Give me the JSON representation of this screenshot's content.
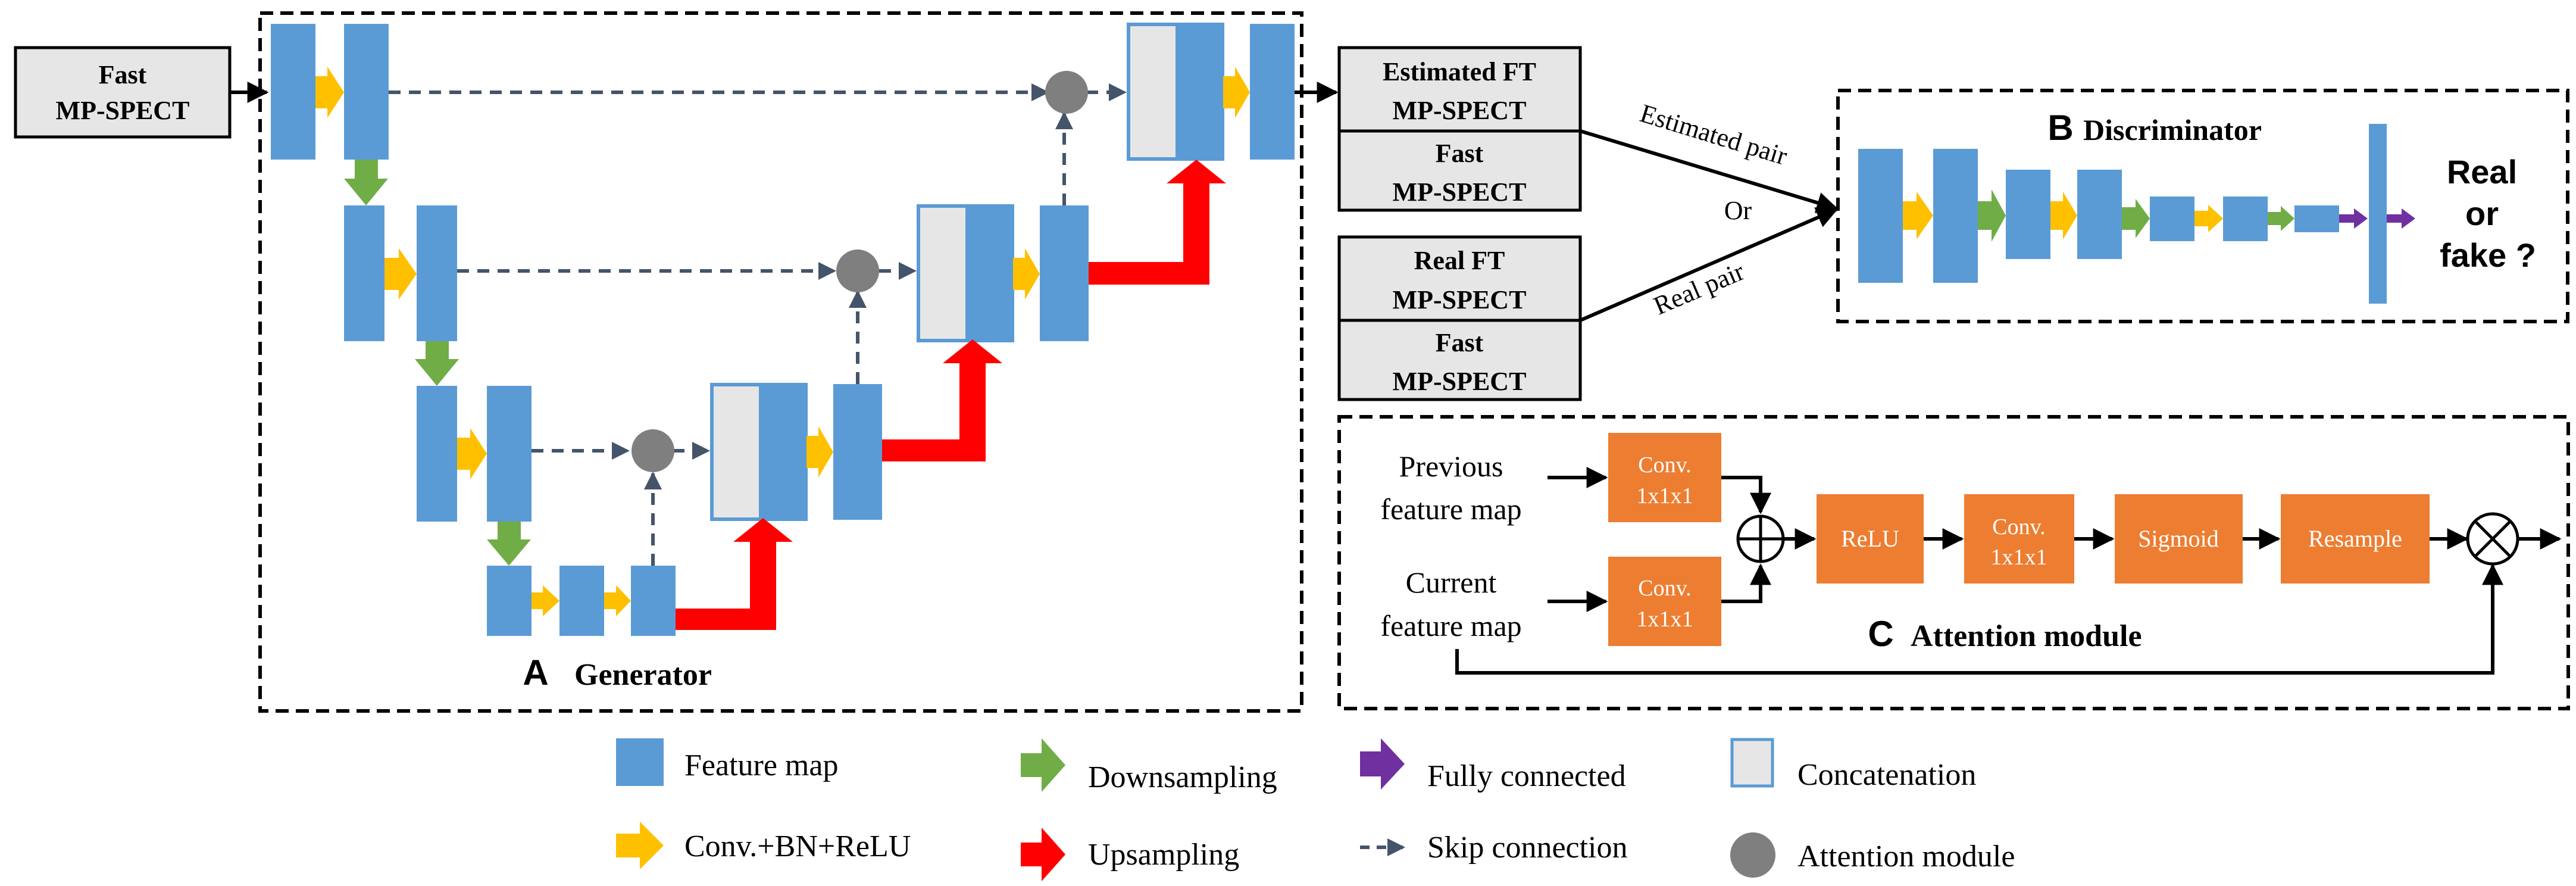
{
  "colors": {
    "feature_map": "#5b9bd5",
    "conv_arrow": "#ffc000",
    "downsampling": "#70ad47",
    "upsampling": "#ff0000",
    "fully_connected": "#7030a0",
    "skip": "#44546a",
    "attention": "#7f7f7f",
    "concat_fill": "#e7e6e6",
    "attention_block": "#ed7d31",
    "input_box": "#e7e6e6"
  },
  "input": {
    "line1": "Fast",
    "line2": "MP-SPECT"
  },
  "generator": {
    "letter": "A",
    "title": "Generator"
  },
  "pairs": {
    "estimated_top": {
      "line1": "Estimated FT",
      "line2": "MP-SPECT"
    },
    "estimated_bottom": {
      "line1": "Fast",
      "line2": "MP-SPECT"
    },
    "real_top": {
      "line1": "Real FT",
      "line2": "MP-SPECT"
    },
    "real_bottom": {
      "line1": "Fast",
      "line2": "MP-SPECT"
    },
    "estimated_label": "Estimated pair",
    "or_label": "Or",
    "real_label": "Real pair"
  },
  "discriminator": {
    "letter": "B",
    "title": "Discriminator",
    "output_line1": "Real",
    "output_line2": "or",
    "output_line3": "fake ?"
  },
  "attention_module": {
    "letter": "C",
    "title": "Attention module",
    "prev_line1": "Previous",
    "prev_line2": "feature map",
    "curr_line1": "Current",
    "curr_line2": "feature map",
    "conv_line1": "Conv.",
    "conv_line2": "1x1x1",
    "relu": "ReLU",
    "sigmoid": "Sigmoid",
    "resample": "Resample"
  },
  "legend": {
    "feature_map": "Feature map",
    "conv": "Conv.+BN+ReLU",
    "downsampling": "Downsampling",
    "upsampling": "Upsampling",
    "fully_connected": "Fully connected",
    "skip": "Skip connection",
    "concatenation": "Concatenation",
    "attention": "Attention module"
  }
}
